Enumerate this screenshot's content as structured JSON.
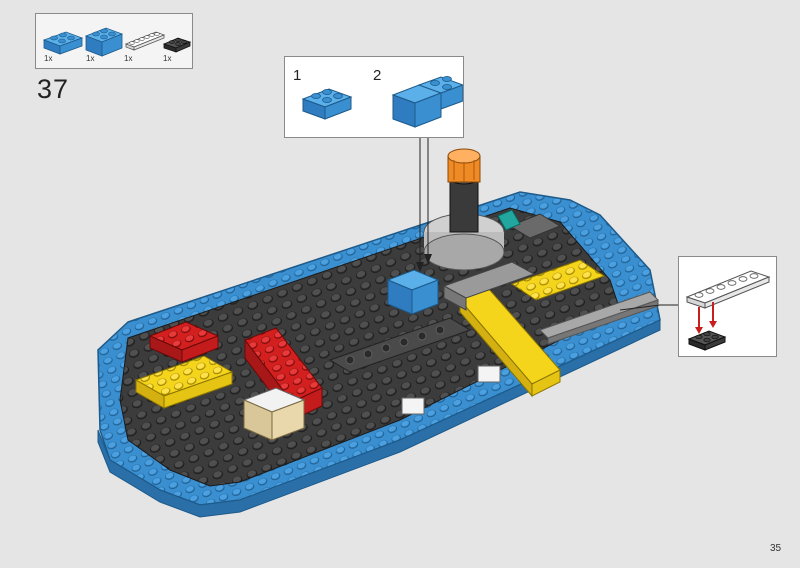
{
  "parts_list": {
    "items": [
      {
        "icon": "blue-brick-2x2",
        "qty": "1x"
      },
      {
        "icon": "blue-brick-2x2-high",
        "qty": "1x"
      },
      {
        "icon": "white-plate-1x6",
        "qty": "1x"
      },
      {
        "icon": "black-plate-2x2",
        "qty": "1x"
      }
    ]
  },
  "step": {
    "number": "37"
  },
  "sub_steps": [
    {
      "number": "1"
    },
    {
      "number": "2"
    }
  ],
  "page": {
    "number": "35"
  },
  "colors": {
    "background": "#e5e5e5",
    "lego_blue": "#3a8fd0",
    "lego_black": "#3a3a3a",
    "lego_yellow": "#f5d41c",
    "lego_red": "#d41f1f",
    "lego_orange": "#f08a24",
    "callout_arrow": "#c81e1e"
  }
}
